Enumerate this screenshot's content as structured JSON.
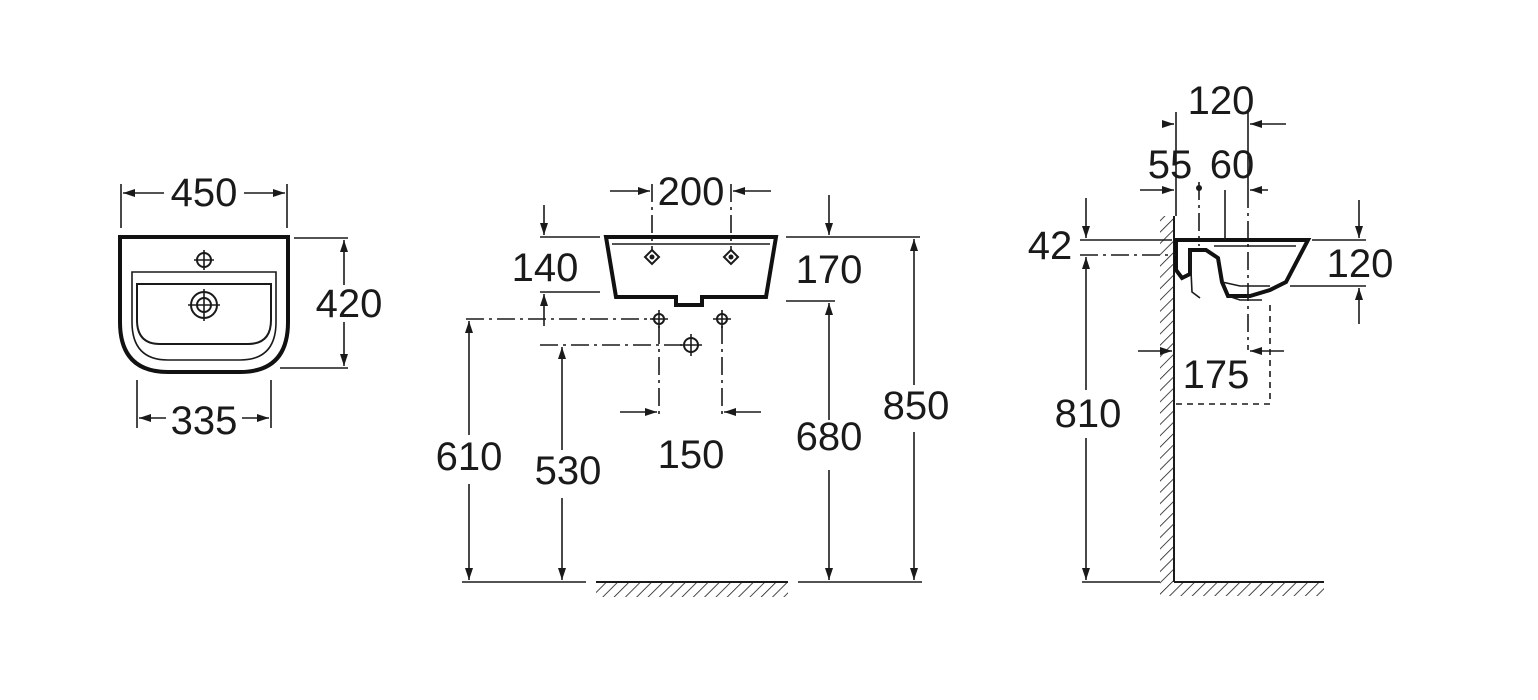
{
  "top_view": {
    "width_overall": "450",
    "depth_overall": "420",
    "width_bowl": "335"
  },
  "front_view": {
    "tap_spacing": "200",
    "rim_height": "140",
    "basin_height": "170",
    "trap_spacing": "150",
    "height_610": "610",
    "height_530": "530",
    "height_680": "680",
    "height_850": "850"
  },
  "side_view": {
    "offset_120_top": "120",
    "offset_55": "55",
    "offset_60": "60",
    "rim_42": "42",
    "height_120_right": "120",
    "depth_175": "175",
    "height_810": "810"
  }
}
